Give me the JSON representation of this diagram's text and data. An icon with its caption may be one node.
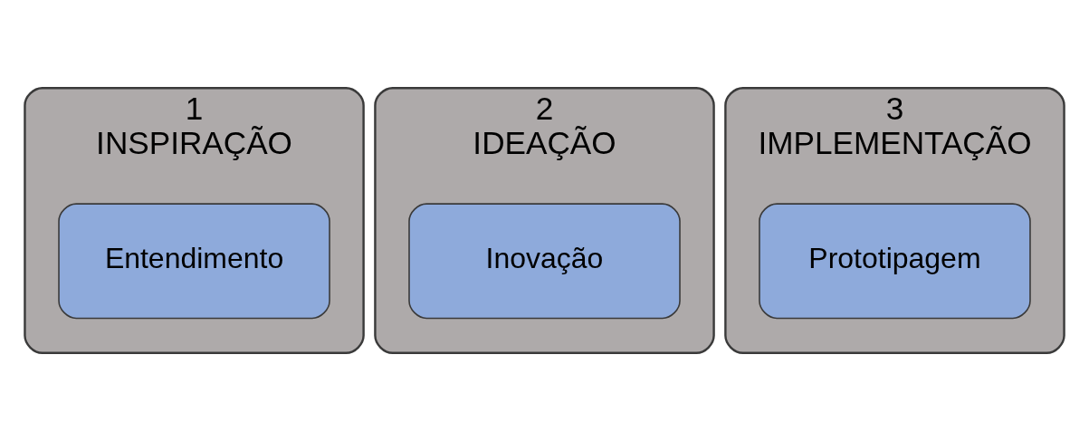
{
  "diagram": {
    "nodes": [
      {
        "text": [
          "1",
          "INSPIRAÇÃO"
        ]
      },
      {
        "text": [
          "Entendimento"
        ],
        "in": 0
      },
      {
        "text": [
          "2",
          "IDEAÇÃO"
        ]
      },
      {
        "text": [
          "Inovação"
        ],
        "in": 2
      },
      {
        "text": [
          "3",
          "IMPLEMENTAÇÃO"
        ]
      },
      {
        "text": [
          "Prototipagem"
        ],
        "in": 4
      }
    ],
    "edges": []
  }
}
